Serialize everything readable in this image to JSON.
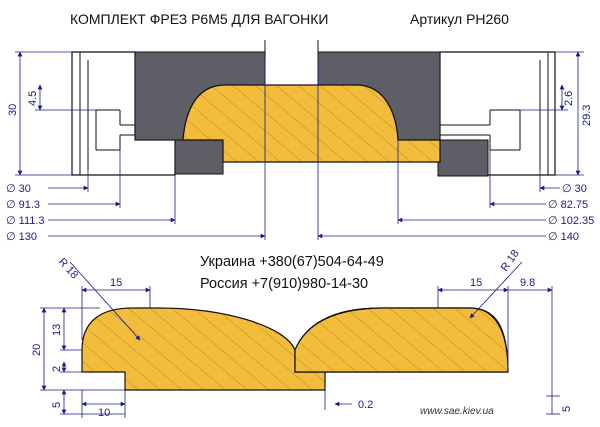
{
  "header": {
    "title": "КОМПЛЕКТ ФРЕЗ Р6М5 ДЛЯ ВАГОНКИ",
    "article": "Артикул РН260"
  },
  "contacts": {
    "ukraine": "Украина +380(67)504-64-49",
    "russia": "Россия +7(910)980-14-30"
  },
  "website": "www.sae.kiev.ua",
  "colors": {
    "wood": "#f2bd3c",
    "cutter": "#5e5e66",
    "dim_line": "#1a1a8c",
    "outline": "#111111"
  },
  "top_dims": {
    "left_height": "30",
    "left_step": "4.5",
    "right_step": "2.6",
    "right_height": "29.3",
    "d_left_1": "∅ 30",
    "d_left_2": "∅ 91.3",
    "d_left_3": "∅ 111.3",
    "d_left_4": "∅ 130",
    "d_right_1": "∅ 30",
    "d_right_2": "∅ 82.75",
    "d_right_3": "∅ 102.35",
    "d_right_4": "∅ 140"
  },
  "bottom_dims": {
    "radius_left": "R 18",
    "radius_right": "R 18",
    "width_left": "15",
    "width_right": "15",
    "offset_right": "9.8",
    "h_20": "20",
    "h_13": "13",
    "h_2": "2",
    "h_5_left": "5",
    "w_10": "10",
    "gap": "0.2",
    "h_5_right": "5"
  }
}
